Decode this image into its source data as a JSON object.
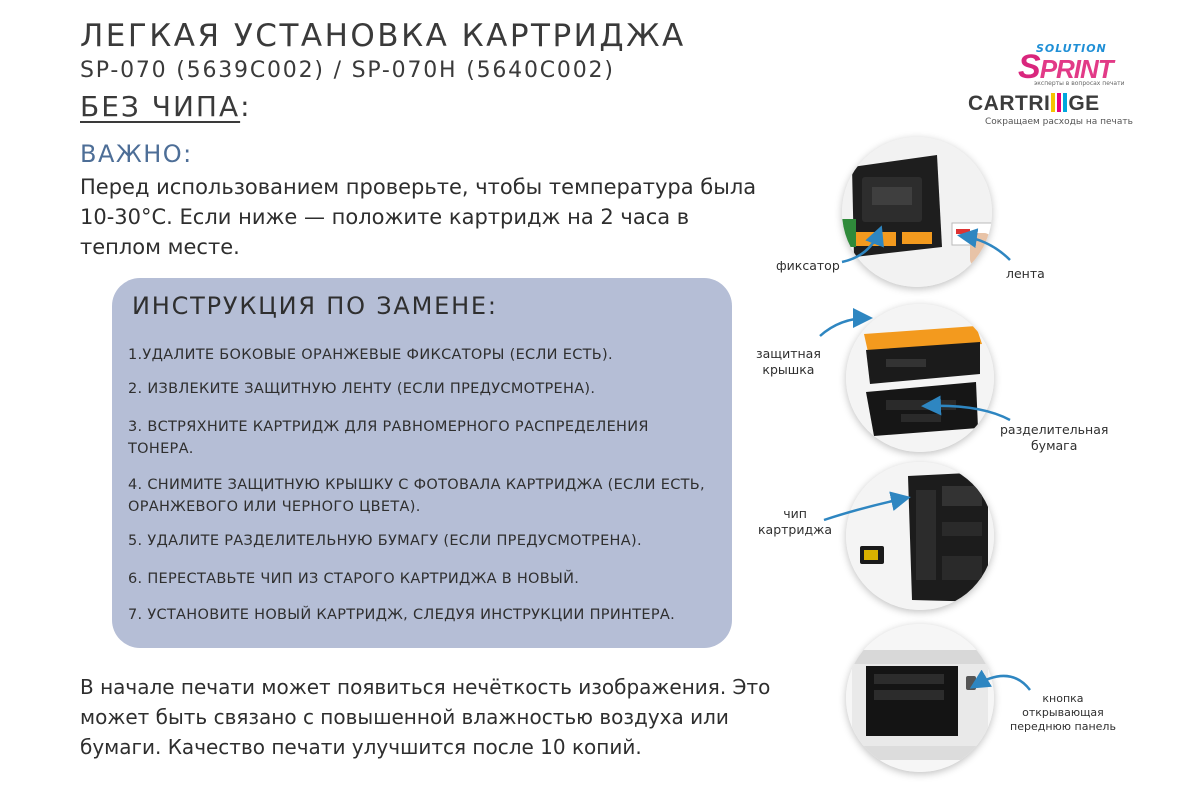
{
  "header": {
    "line1": "ЛЕГКАЯ УСТАНОВКА КАРТРИДЖА",
    "line2": "SP-070 (5639C002) / SP-070H (5640C002)",
    "line3": "БЕЗ ЧИПА",
    "line3_colon": ":"
  },
  "logos": {
    "solution_print": {
      "top": "SOLUTION",
      "main_s": "S",
      "main_rest": "PRINT",
      "sub": "эксперты в вопросах печати"
    },
    "cartridge": {
      "part1": "CARTRI",
      "part2": "GE",
      "sub": "Сокращаем расходы на печать"
    },
    "colors": {
      "magenta": "#d9267d",
      "blue": "#1f8fd6",
      "yellow": "#f5c400",
      "cyan": "#00a6dd",
      "pink": "#e6007e"
    }
  },
  "important": {
    "label": "ВАЖНО",
    "colon": ":",
    "text": "Перед использованием проверьте, чтобы температура была 10-30°С. Если ниже — положите картридж на 2 часа в теплом месте."
  },
  "instructions": {
    "title": "ИНСТРУКЦИЯ ПО ЗАМЕНЕ:",
    "steps": [
      "1.УДАЛИТЕ БОКОВЫЕ ОРАНЖЕВЫЕ ФИКСАТОРЫ (ЕСЛИ ЕСТЬ).",
      "2. ИЗВЛЕКИТЕ ЗАЩИТНУЮ ЛЕНТУ (ЕСЛИ ПРЕДУСМОТРЕНА).",
      "3. ВСТРЯХНИТЕ КАРТРИДЖ ДЛЯ РАВНОМЕРНОГО РАСПРЕДЕЛЕНИЯ ТОНЕРА.",
      "4. СНИМИТЕ ЗАЩИТНУЮ КРЫШКУ С ФОТОВАЛА КАРТРИДЖА (ЕСЛИ ЕСТЬ, ОРАНЖЕВОГО ИЛИ ЧЕРНОГО ЦВЕТА).",
      "5. УДАЛИТЕ РАЗДЕЛИТЕЛЬНУЮ БУМАГУ (ЕСЛИ ПРЕДУСМОТРЕНА).",
      "6. ПЕРЕСТАВЬТЕ ЧИП ИЗ СТАРОГО КАРТРИДЖА В НОВЫЙ.",
      "7. УСТАНОВИТЕ НОВЫЙ КАРТРИДЖ, СЛЕДУЯ ИНСТРУКЦИИ ПРИНТЕРА."
    ],
    "box_color": "#b5bed6"
  },
  "note": {
    "text": "В начале печати может появиться нечёткость изображения. Это может быть связано с повышенной влажностью воздуха или бумаги. Качество печати улучшится после 10 копий."
  },
  "photos": {
    "labels": {
      "latch": "фиксатор",
      "tape": "лента",
      "cover_1": "защитная",
      "cover_2": "крышка",
      "paper_1": "разделительная",
      "paper_2": "бумага",
      "chip_1": "чип",
      "chip_2": "картриджа",
      "button_1": "кнопка",
      "button_2": "открывающая",
      "button_3": "переднюю панель"
    },
    "arrow_color": "#2e86c1",
    "orange": "#f39a1e"
  }
}
